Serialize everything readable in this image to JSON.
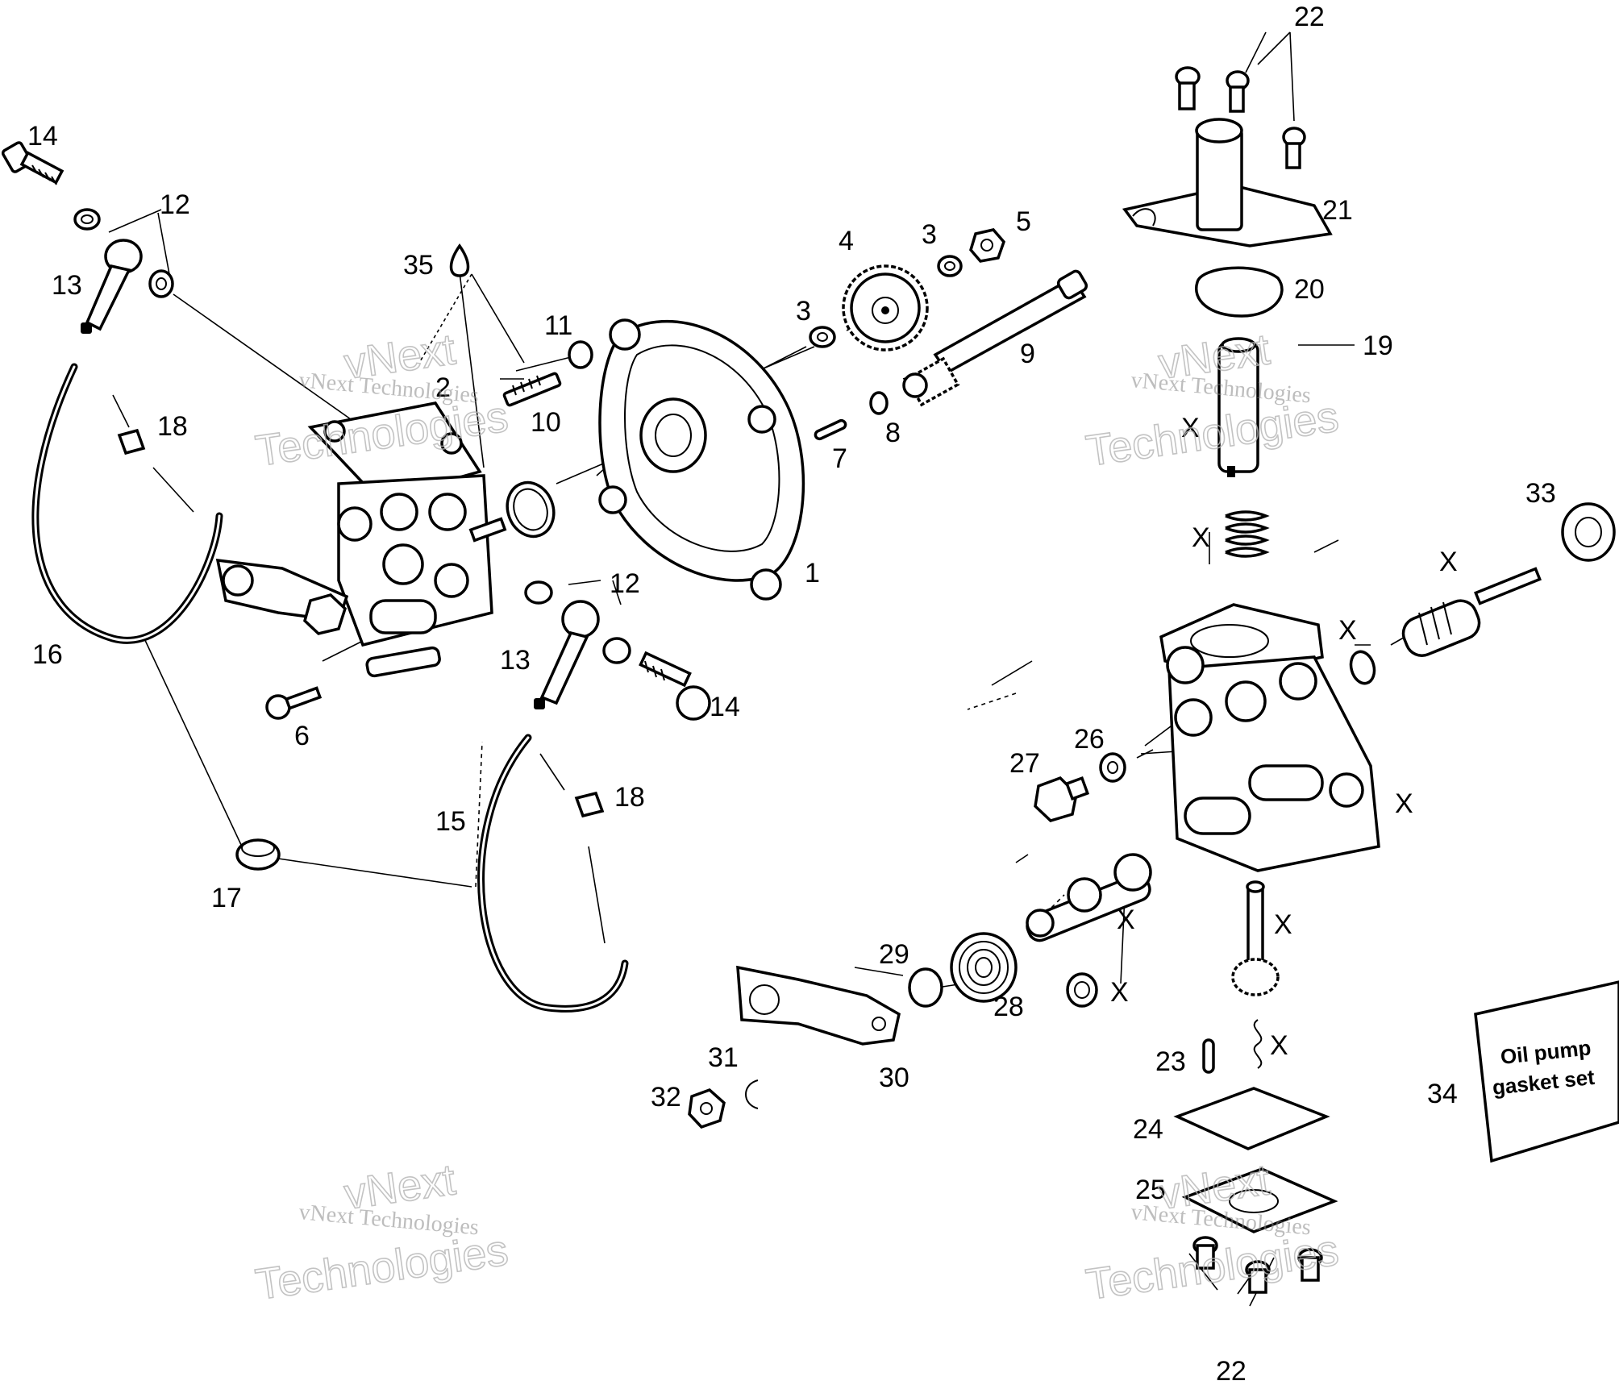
{
  "callouts": [
    {
      "id": "c1",
      "text": "1"
    },
    {
      "id": "c2",
      "text": "2"
    },
    {
      "id": "c3a",
      "text": "3"
    },
    {
      "id": "c3b",
      "text": "3"
    },
    {
      "id": "c4",
      "text": "4"
    },
    {
      "id": "c5",
      "text": "5"
    },
    {
      "id": "c6",
      "text": "6"
    },
    {
      "id": "c7",
      "text": "7"
    },
    {
      "id": "c8",
      "text": "8"
    },
    {
      "id": "c9",
      "text": "9"
    },
    {
      "id": "c10",
      "text": "10"
    },
    {
      "id": "c11",
      "text": "11"
    },
    {
      "id": "c12a",
      "text": "12"
    },
    {
      "id": "c12b",
      "text": "12"
    },
    {
      "id": "c13a",
      "text": "13"
    },
    {
      "id": "c13b",
      "text": "13"
    },
    {
      "id": "c14a",
      "text": "14"
    },
    {
      "id": "c14b",
      "text": "14"
    },
    {
      "id": "c15",
      "text": "15"
    },
    {
      "id": "c16",
      "text": "16"
    },
    {
      "id": "c17",
      "text": "17"
    },
    {
      "id": "c18a",
      "text": "18"
    },
    {
      "id": "c18b",
      "text": "18"
    },
    {
      "id": "c19",
      "text": "19"
    },
    {
      "id": "c20",
      "text": "20"
    },
    {
      "id": "c21",
      "text": "21"
    },
    {
      "id": "c22a",
      "text": "22"
    },
    {
      "id": "c22b",
      "text": "22"
    },
    {
      "id": "c23",
      "text": "23"
    },
    {
      "id": "c24",
      "text": "24"
    },
    {
      "id": "c25",
      "text": "25"
    },
    {
      "id": "c26",
      "text": "26"
    },
    {
      "id": "c27",
      "text": "27"
    },
    {
      "id": "c28",
      "text": "28"
    },
    {
      "id": "c29",
      "text": "29"
    },
    {
      "id": "c30",
      "text": "30"
    },
    {
      "id": "c31",
      "text": "31"
    },
    {
      "id": "c32",
      "text": "32"
    },
    {
      "id": "c33",
      "text": "33"
    },
    {
      "id": "c34",
      "text": "34"
    },
    {
      "id": "c35",
      "text": "35"
    }
  ],
  "x_marks": [
    {
      "id": "x1",
      "text": "X"
    },
    {
      "id": "x2",
      "text": "X"
    },
    {
      "id": "x3",
      "text": "X"
    },
    {
      "id": "x4",
      "text": "X"
    },
    {
      "id": "x5",
      "text": "X"
    },
    {
      "id": "x6",
      "text": "X"
    },
    {
      "id": "x7",
      "text": "X"
    },
    {
      "id": "x8",
      "text": "X"
    },
    {
      "id": "x9",
      "text": "X"
    }
  ],
  "gasket_card": {
    "line1": "Oil pump",
    "line2": "gasket set"
  },
  "watermarks": [
    {
      "line1": "vNext Technologies",
      "line2": "vNext",
      "line3": "Technologies"
    },
    {
      "line1": "vNext Technologies",
      "line2": "vNext",
      "line3": "Technologies"
    },
    {
      "line1": "vNext Technologies",
      "line2": "vNext",
      "line3": "Technologies"
    },
    {
      "line1": "vNext Technologies",
      "line2": "vNext",
      "line3": "Technologies"
    }
  ],
  "colors": {
    "ink": "#000000",
    "paper": "#ffffff",
    "watermark": "#b5b5b5"
  }
}
